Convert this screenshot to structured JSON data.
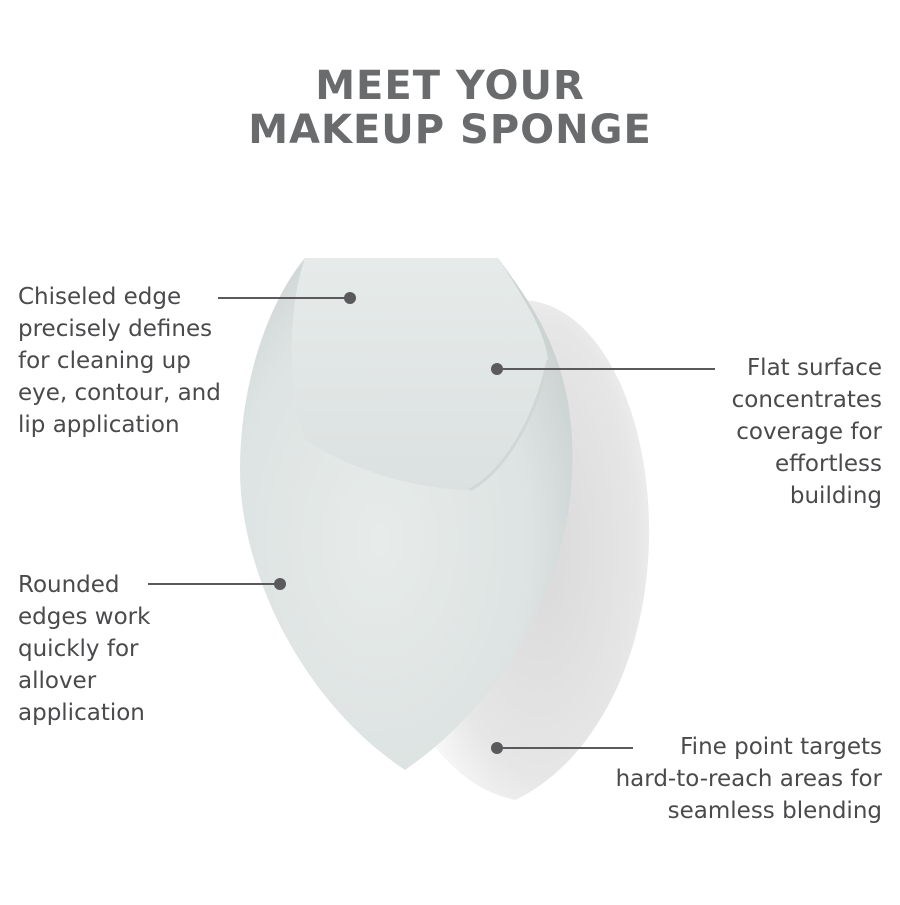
{
  "title": {
    "line1": "MEET YOUR",
    "line2": "MAKEUP SPONGE"
  },
  "callouts": {
    "chiseled": [
      "Chiseled edge",
      "precisely defines",
      "for cleaning up",
      "eye, contour, and",
      "lip application"
    ],
    "rounded": [
      "Rounded",
      "edges work",
      "quickly for",
      "allover",
      "application"
    ],
    "flat": [
      "Flat surface",
      "concentrates",
      "coverage for",
      "effortless",
      "building"
    ],
    "fine": [
      "Fine point targets",
      "hard-to-reach areas for",
      "seamless blending"
    ]
  },
  "colors": {
    "title": "#6a6b6d",
    "text": "#4a4a4c",
    "pointer": "#5a5a5c",
    "sponge": "#e3e8e7",
    "sponge_shade": "#c9d0cf",
    "shadow": "#e2e2e2"
  }
}
